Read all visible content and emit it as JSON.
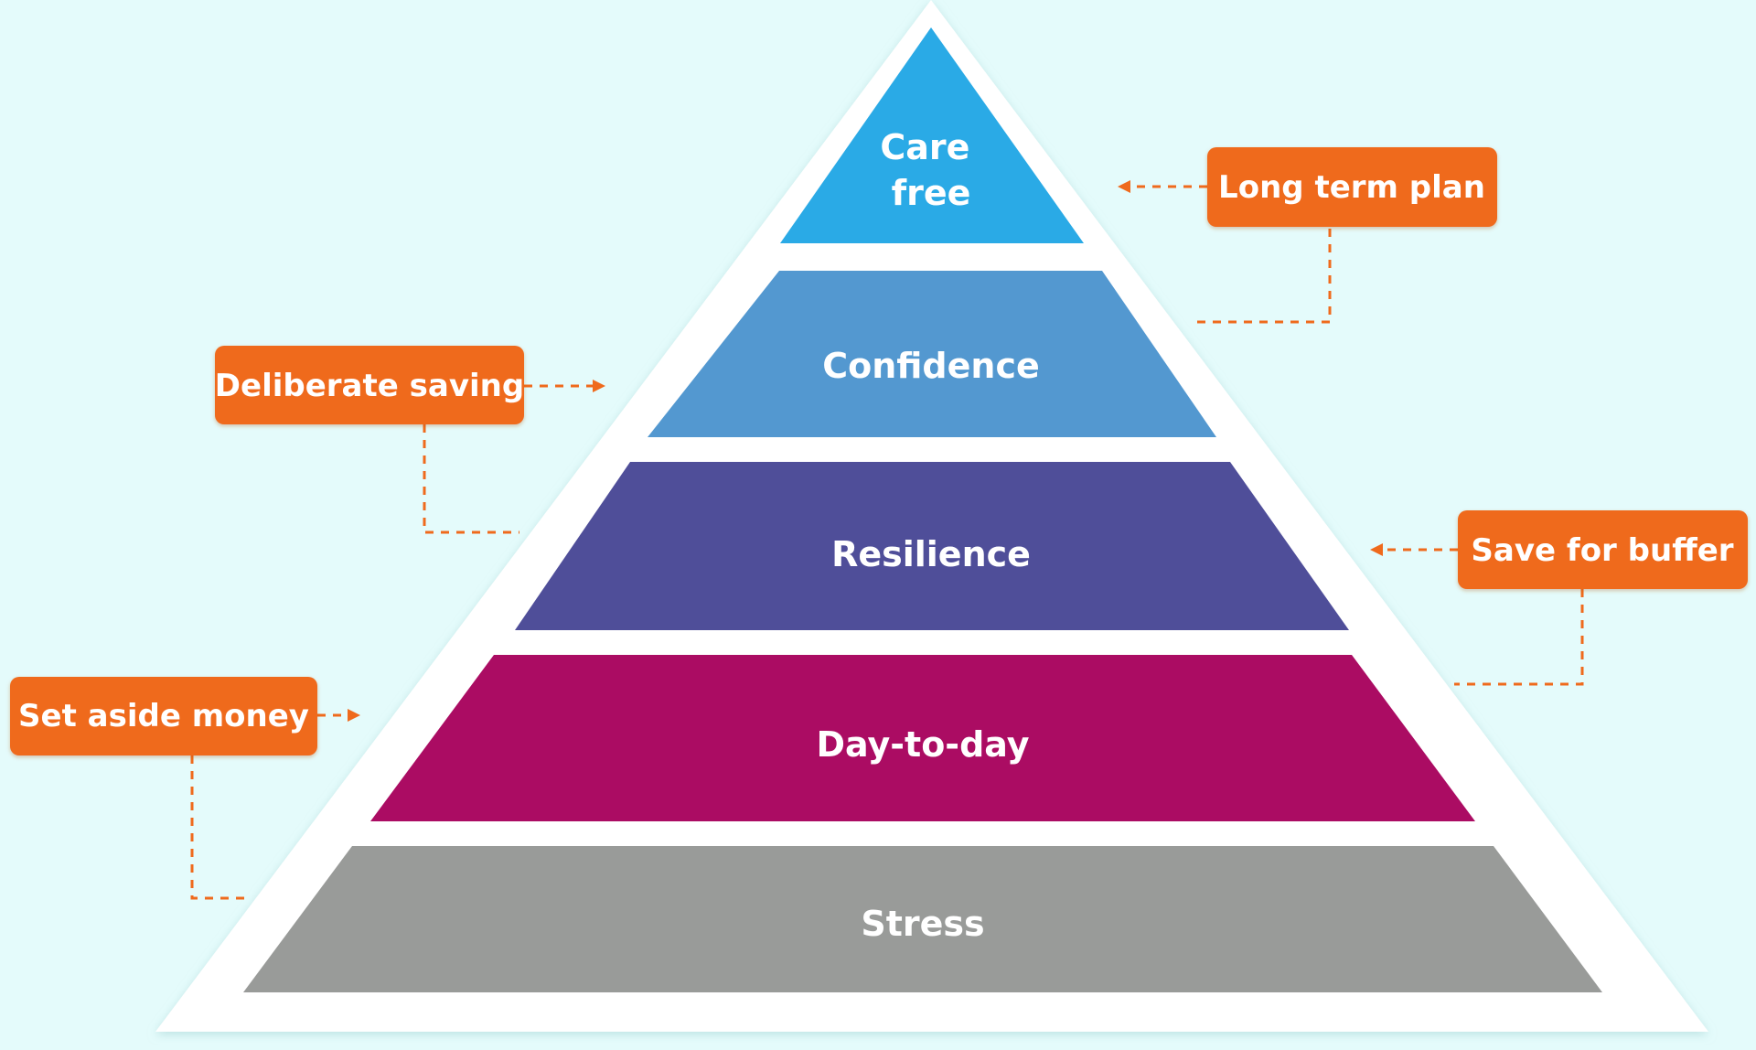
{
  "colors": {
    "background": "#e4fbfb",
    "pyramid_outline": "#ffffff",
    "callout": "#ef6a1c",
    "connector": "#ef6a1c",
    "text": "#ffffff"
  },
  "pyramid": {
    "tiers": [
      {
        "id": "care-free",
        "lines": [
          "Care",
          "free"
        ],
        "color": "#2aaae6"
      },
      {
        "id": "confidence",
        "lines": [
          "Confidence"
        ],
        "color": "#5398d0"
      },
      {
        "id": "resilience",
        "lines": [
          "Resilience"
        ],
        "color": "#4f4e99"
      },
      {
        "id": "day-to-day",
        "lines": [
          "Day-to-day"
        ],
        "color": "#ab0c63"
      },
      {
        "id": "stress",
        "lines": [
          "Stress"
        ],
        "color": "#999b99"
      }
    ]
  },
  "callouts": [
    {
      "id": "long-term-plan",
      "label": "Long term plan"
    },
    {
      "id": "deliberate-saving",
      "label": "Deliberate saving"
    },
    {
      "id": "save-for-buffer",
      "label": "Save for buffer"
    },
    {
      "id": "set-aside-money",
      "label": "Set aside money"
    }
  ]
}
